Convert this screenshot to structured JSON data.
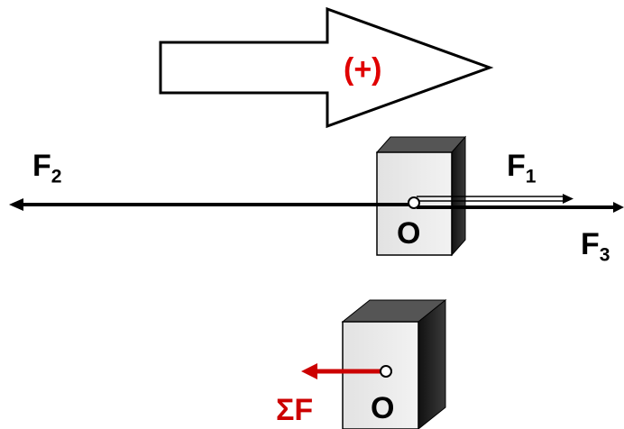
{
  "positive_direction": {
    "label": "(+)",
    "color": "#e00000"
  },
  "system": {
    "forces": [
      {
        "symbol": "F",
        "subscript": "2"
      },
      {
        "symbol": "F",
        "subscript": "1"
      },
      {
        "symbol": "F",
        "subscript": "3"
      }
    ],
    "point_label": "O"
  },
  "resultant": {
    "label": "ΣF",
    "point_label": "O",
    "color": "#cc0000"
  }
}
